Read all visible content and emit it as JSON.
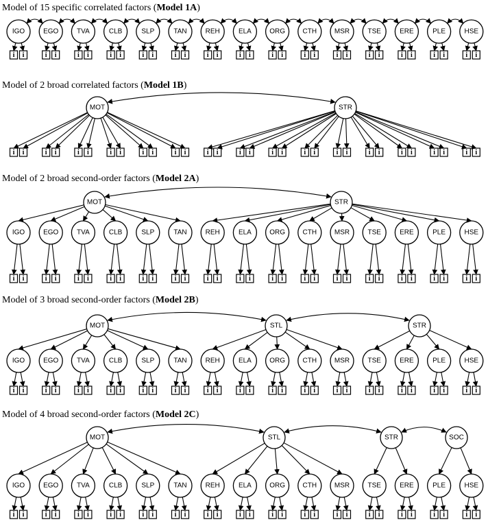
{
  "item_label": "i",
  "specific_factors": [
    "IGO",
    "EGO",
    "TVA",
    "CLB",
    "SLP",
    "TAN",
    "REH",
    "ELA",
    "ORG",
    "CTH",
    "MSR",
    "TSE",
    "ERE",
    "PLE",
    "HSE"
  ],
  "models": [
    {
      "title_prefix": "Model of 15 specific correlated factors (",
      "title_bold": "Model 1A",
      "title_suffix": ")",
      "kind": "specific",
      "broad": []
    },
    {
      "title_prefix": "Model of 2 broad correlated factors (",
      "title_bold": "Model 1B",
      "title_suffix": ")",
      "kind": "direct",
      "broad": [
        {
          "label": "MOT",
          "count": 6
        },
        {
          "label": "STR",
          "count": 9
        }
      ]
    },
    {
      "title_prefix": "Model of 2 broad second-order factors (",
      "title_bold": "Model 2A",
      "title_suffix": ")",
      "kind": "second",
      "broad": [
        {
          "label": "MOT",
          "count": 6
        },
        {
          "label": "STR",
          "count": 9
        }
      ]
    },
    {
      "title_prefix": "Model of 3 broad second-order factors (",
      "title_bold": "Model 2B",
      "title_suffix": ")",
      "kind": "second",
      "broad": [
        {
          "label": "MOT",
          "count": 6
        },
        {
          "label": "STL",
          "count": 5
        },
        {
          "label": "STR",
          "count": 4
        }
      ]
    },
    {
      "title_prefix": "Model of 4 broad second-order factors (",
      "title_bold": "Model 2C",
      "title_suffix": ")",
      "kind": "second",
      "broad": [
        {
          "label": "MOT",
          "count": 6
        },
        {
          "label": "STL",
          "count": 5
        },
        {
          "label": "STR",
          "count": 2
        },
        {
          "label": "SOC",
          "count": 2
        }
      ]
    }
  ]
}
